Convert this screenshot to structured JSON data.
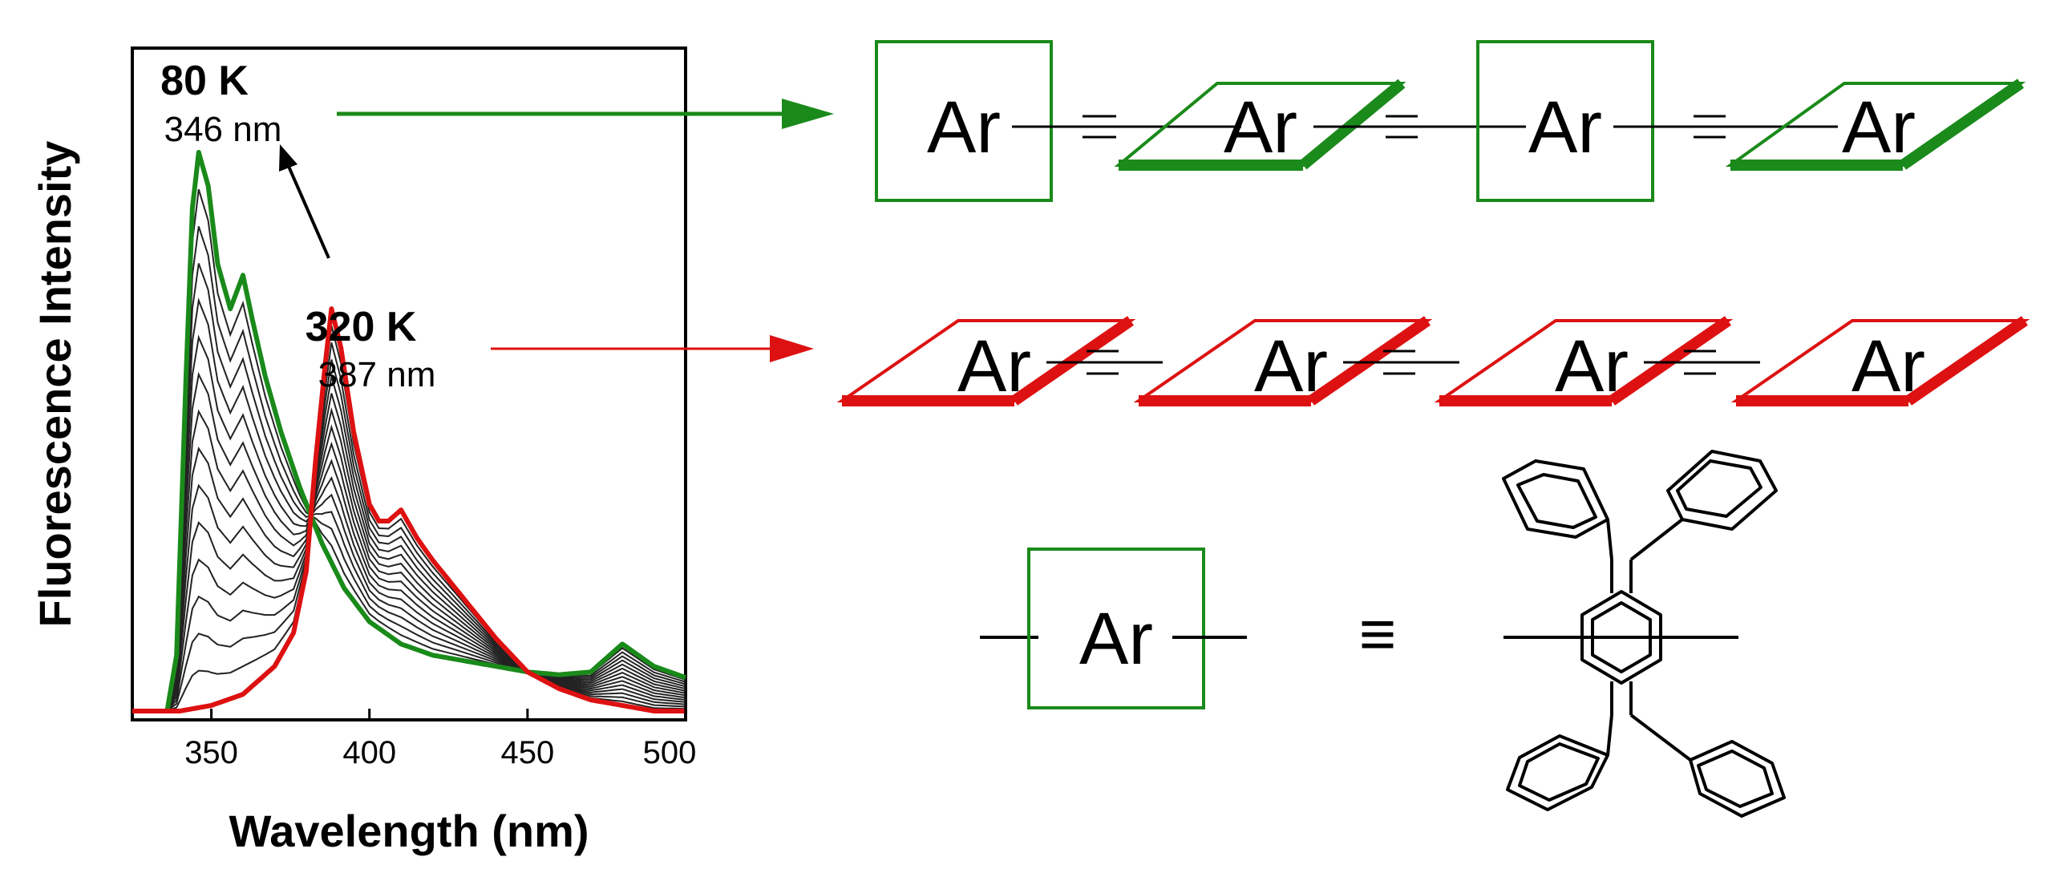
{
  "chart_data": {
    "type": "line",
    "xlabel": "Wavelength (nm)",
    "ylabel": "Fluorescence Intensity",
    "xlim": [
      325,
      500
    ],
    "x_ticks": [
      350,
      400,
      450,
      500
    ],
    "ylim": [
      0,
      1
    ],
    "y_ticks_shown": false,
    "grid": false,
    "series": [
      {
        "name": "80 K",
        "color": "#1a8a1a",
        "peak_label": "346 nm",
        "x": [
          325,
          336,
          339,
          342,
          344,
          346,
          349,
          352,
          356,
          360,
          363,
          367,
          372,
          378,
          385,
          392,
          400,
          410,
          420,
          430,
          440,
          450,
          460,
          470,
          475,
          480,
          485,
          490,
          500
        ],
        "y": [
          0.0,
          0.0,
          0.1,
          0.6,
          0.9,
          1.0,
          0.94,
          0.8,
          0.72,
          0.78,
          0.7,
          0.6,
          0.5,
          0.4,
          0.3,
          0.22,
          0.16,
          0.12,
          0.1,
          0.09,
          0.08,
          0.07,
          0.065,
          0.07,
          0.095,
          0.12,
          0.1,
          0.08,
          0.06
        ]
      },
      {
        "name": "320 K",
        "color": "#dd1111",
        "peak_label": "387 nm",
        "x": [
          325,
          340,
          350,
          360,
          370,
          376,
          380,
          383,
          386,
          388,
          391,
          395,
          400,
          403,
          406,
          410,
          415,
          420,
          430,
          440,
          450,
          460,
          470,
          480,
          490,
          500
        ],
        "y": [
          0.0,
          0.0,
          0.01,
          0.03,
          0.08,
          0.14,
          0.25,
          0.45,
          0.62,
          0.72,
          0.65,
          0.5,
          0.37,
          0.34,
          0.34,
          0.36,
          0.31,
          0.27,
          0.2,
          0.13,
          0.07,
          0.04,
          0.02,
          0.01,
          0.0,
          0.0
        ]
      }
    ],
    "intermediate_curve_count": 14,
    "annotations": [
      "80 K",
      "346 nm",
      "320 K",
      "387 nm"
    ]
  },
  "labels": {
    "temp_low": "80 K",
    "wave_low": "346 nm",
    "temp_high": "320 K",
    "wave_high": "387 nm"
  },
  "scheme": {
    "ar_text": "Ar",
    "equiv_symbol": "≡",
    "green": "#1a8a1a",
    "red": "#dd1111"
  }
}
